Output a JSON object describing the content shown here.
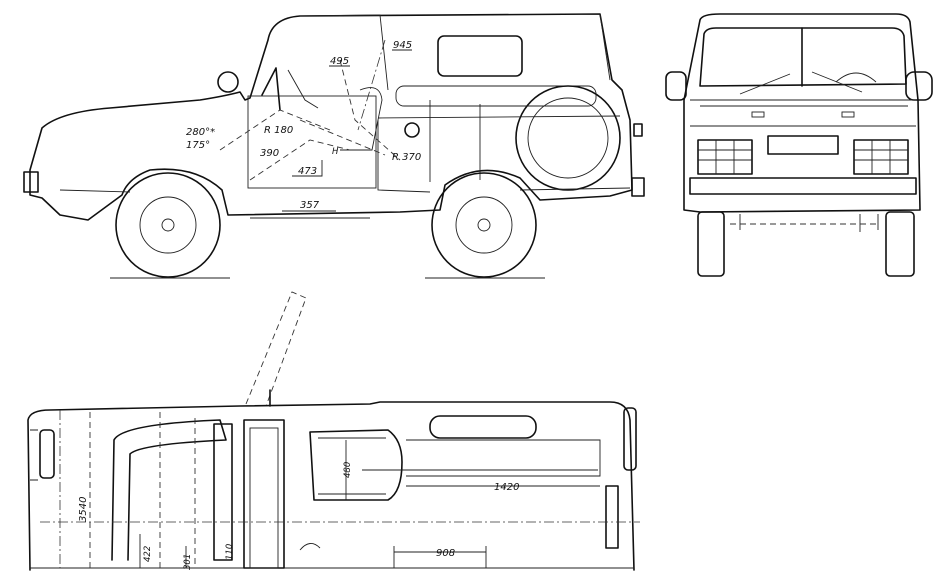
{
  "side_view": {
    "dims": {
      "d945": "945",
      "d495": "495",
      "d280": "280°*",
      "d175": "175°",
      "r180": "R 180",
      "d390": "390",
      "d473": "473",
      "r370": "R 370",
      "d357": "357",
      "h": "H"
    }
  },
  "top_view": {
    "dims": {
      "d480": "480",
      "d1420": "1420",
      "d3540": "3540",
      "d908": "908",
      "d422": "422",
      "d301": "301",
      "d110": "110"
    }
  }
}
